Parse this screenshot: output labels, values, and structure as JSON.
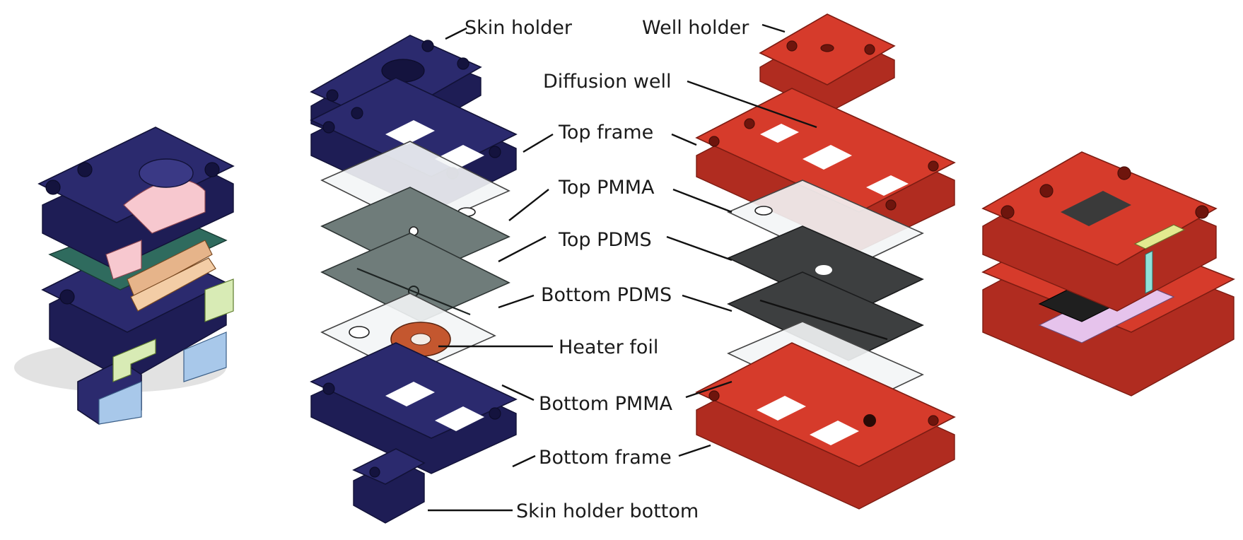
{
  "labels": {
    "skin_holder": "Skin holder",
    "well_holder": "Well holder",
    "diffusion_well": "Diffusion well",
    "top_frame": "Top frame",
    "top_pmma": "Top PMMA",
    "top_pdms": "Top PDMS",
    "bottom_pdms": "Bottom PDMS",
    "heater_foil": "Heater foil",
    "bottom_pmma": "Bottom PMMA",
    "bottom_frame": "Bottom frame",
    "skin_holder_bottom": "Skin holder bottom"
  },
  "colors": {
    "skin_assembly": "#2b2a6e",
    "well_assembly": "#d63b2b",
    "pmma": "#f3f5f6",
    "pdms_light": "#6f7c7a",
    "pdms_dark": "#3d3f40",
    "heater": "#c4572f"
  },
  "views": [
    "assembled-skin-holder-cutaway",
    "exploded-skin-holder-stack",
    "exploded-well-holder-stack",
    "assembled-well-holder-cutaway"
  ]
}
